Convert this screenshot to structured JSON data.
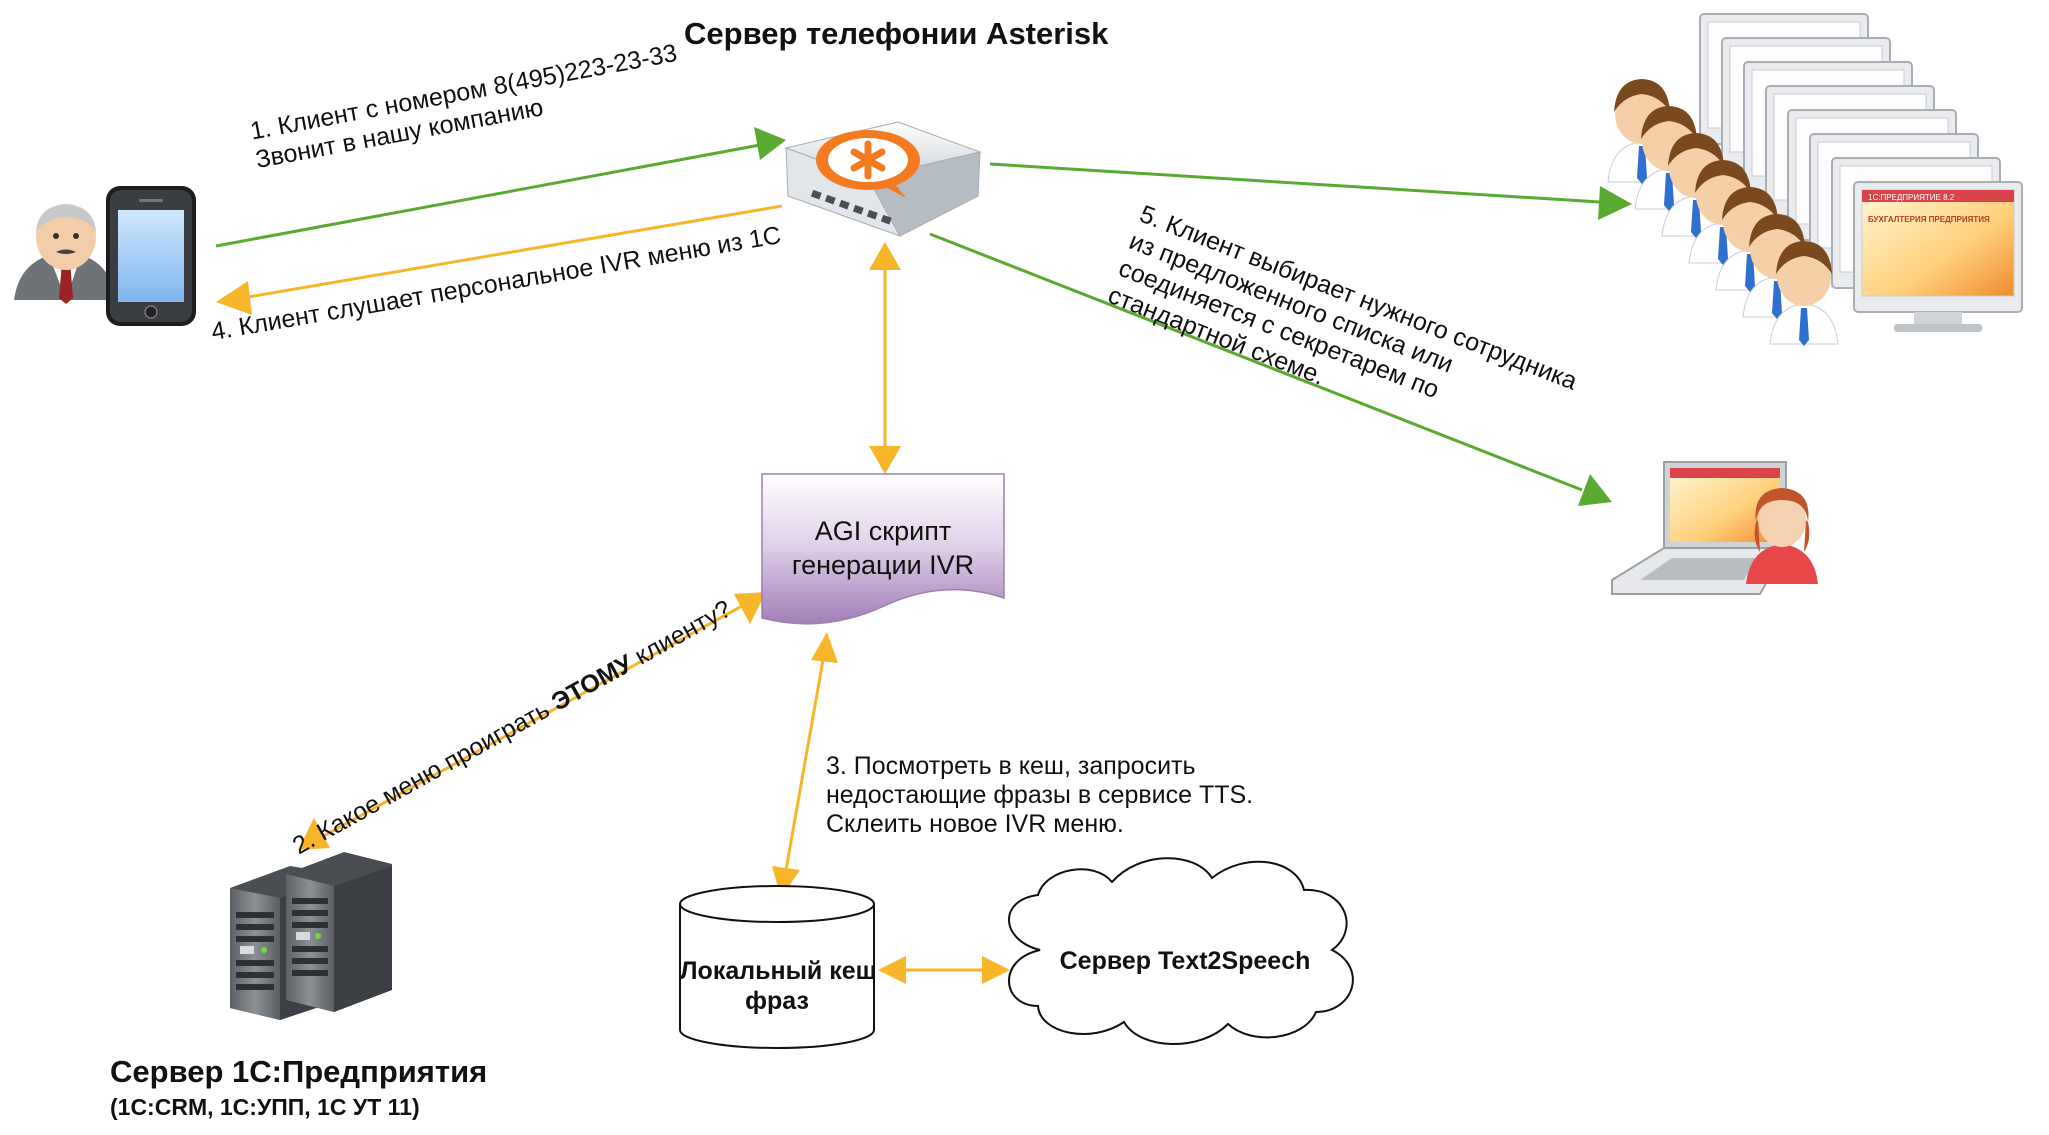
{
  "title": "Сервер телефонии Asterisk",
  "edges": {
    "step1_line1": "1. Клиент с номером 8(495)223-23-33",
    "step1_line2": "Звонит в нашу компанию",
    "step4": "4. Клиент слушает персональное IVR меню из 1С",
    "step5_lines": [
      "5. Клиент выбирает нужного сотрудника",
      "из предложенного списка или",
      "соединяется с секретарем по",
      "стандартной схеме."
    ],
    "step2_prefix": "2. Какое меню проиграть ",
    "step2_bold": "ЭТОМУ",
    "step2_suffix": " клиенту?",
    "step3_lines": [
      "3. Посмотреть в кеш, запросить",
      "недостающие фразы в сервисе TTS.",
      "Склеить новое IVR меню."
    ]
  },
  "nodes": {
    "agi_line1": "AGI скрипт",
    "agi_line2": "генерации IVR",
    "cache_line1": "Локальный кеш",
    "cache_line2": "фраз",
    "tts": "Сервер Text2Speech",
    "server1c_title": "Сервер 1С:Предприятия",
    "server1c_sub": "(1С:CRM, 1С:УПП, 1С УТ 11)"
  },
  "screen_texts": {
    "app_name": "1С:ПРЕДПРИЯТИЕ 8.2",
    "app_banner": "БУХГАЛТЕРИЯ ПРЕДПРИЯТИЯ"
  },
  "colors": {
    "green_arrow": "#5aaa32",
    "orange_arrow": "#f7b52a",
    "agi_fill": "#bfa4cf",
    "asterisk_orange": "#f47a20"
  }
}
